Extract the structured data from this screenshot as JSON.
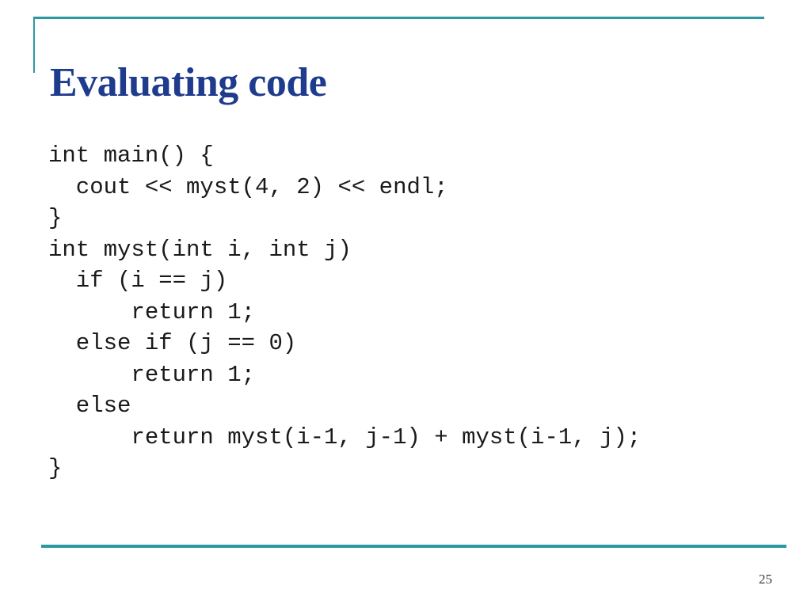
{
  "slide": {
    "title": "Evaluating code",
    "page_number": "25",
    "colors": {
      "accent_teal": "#2B9AA0",
      "title_navy": "#1E3B8D",
      "code_black": "#1A1A1A",
      "page_number_gray": "#3A3A3A"
    },
    "code_lines": [
      "int main() {",
      "  cout << myst(4, 2) << endl;",
      "}",
      "int myst(int i, int j)",
      "  if (i == j)",
      "      return 1;",
      "  else if (j == 0)",
      "      return 1;",
      "  else",
      "      return myst(i-1, j-1) + myst(i-1, j);",
      "}"
    ]
  }
}
